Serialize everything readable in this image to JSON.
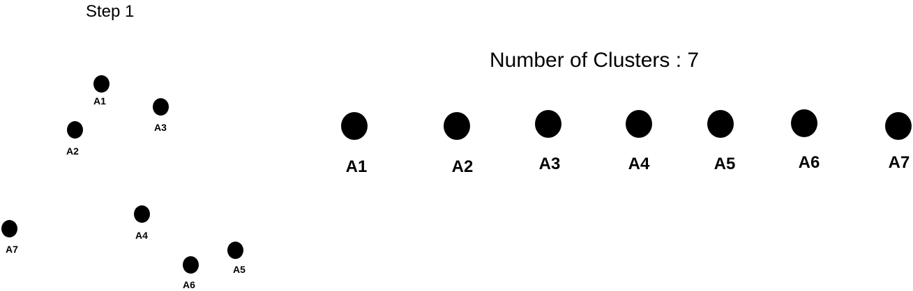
{
  "step_title": "Step 1",
  "cluster_title": "Number of Clusters : 7",
  "scatter_points": [
    {
      "label": "A1"
    },
    {
      "label": "A2"
    },
    {
      "label": "A3"
    },
    {
      "label": "A4"
    },
    {
      "label": "A5"
    },
    {
      "label": "A6"
    },
    {
      "label": "A7"
    }
  ],
  "clusters": [
    {
      "label": "A1"
    },
    {
      "label": "A2"
    },
    {
      "label": "A3"
    },
    {
      "label": "A4"
    },
    {
      "label": "A5"
    },
    {
      "label": "A6"
    },
    {
      "label": "A7"
    }
  ]
}
